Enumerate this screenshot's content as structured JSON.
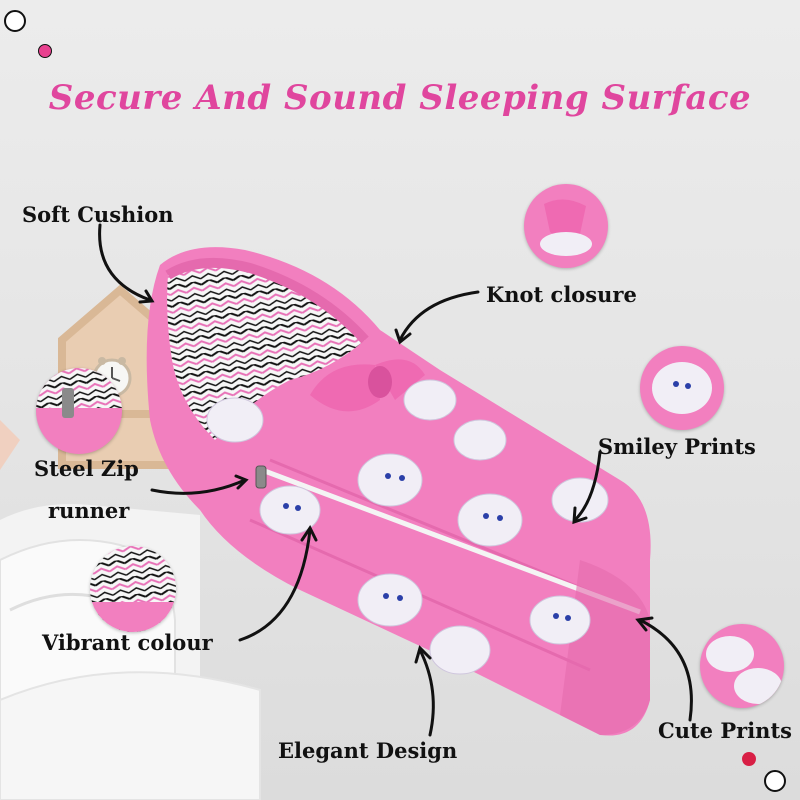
{
  "headline": "Secure And Sound Sleeping Surface",
  "callouts": {
    "soft_cushion": "Soft Cushion",
    "knot_closure": "Knot closure",
    "smiley_prints": "Smiley Prints",
    "steel_zip_line1": "Steel Zip",
    "steel_zip_line2": "runner",
    "vibrant_colour": "Vibrant colour",
    "elegant_design": "Elegant Design",
    "cute_prints": "Cute Prints"
  },
  "colors": {
    "headline": "#e0469e",
    "product_pink": "#f27fbf",
    "product_pink_dark": "#e56aae",
    "accent_dot": "#e8418f",
    "red_dot": "#d81f45",
    "text": "#111111"
  },
  "icons": [
    "curved-arrow-icon",
    "zigzag-pattern-icon",
    "smiley-face-icon",
    "zip-pull-icon"
  ]
}
